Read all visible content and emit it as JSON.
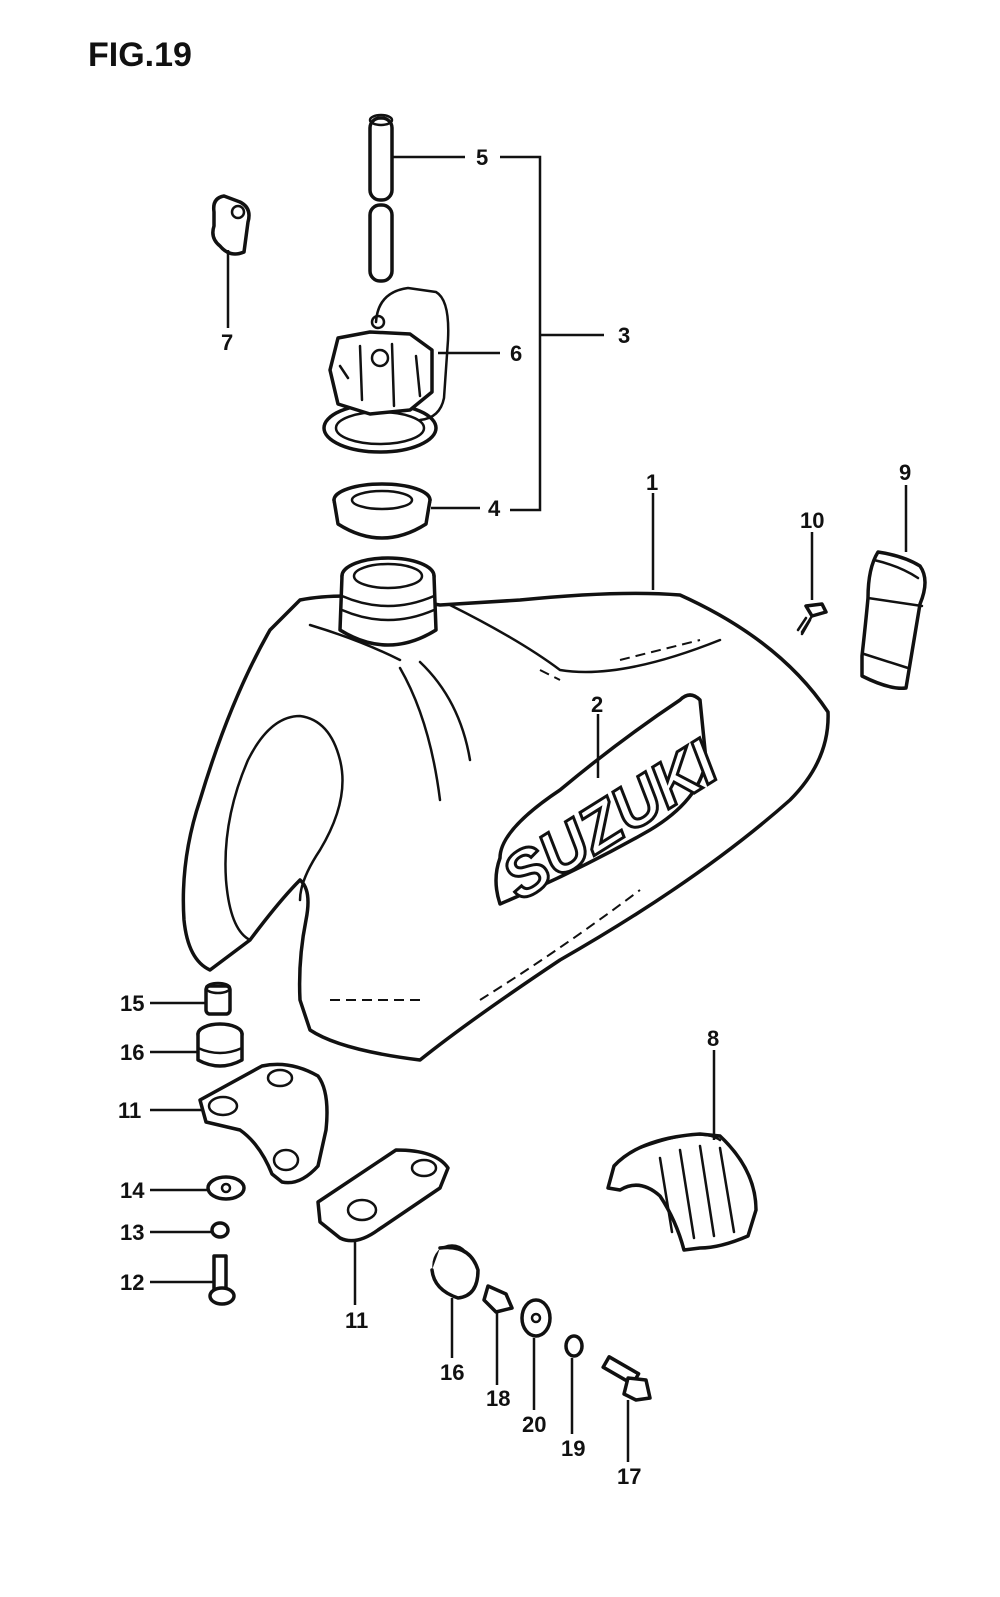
{
  "figure": {
    "title": "FIG.19",
    "logo_text": "SUZUKI",
    "callouts": {
      "c1": "1",
      "c2": "2",
      "c3": "3",
      "c4": "4",
      "c5": "5",
      "c6": "6",
      "c7": "7",
      "c8": "8",
      "c9": "9",
      "c10": "10",
      "c11a": "11",
      "c11b": "11",
      "c12": "12",
      "c13": "13",
      "c14": "14",
      "c15": "15",
      "c16a": "16",
      "c16b": "16",
      "c17": "17",
      "c18": "18",
      "c19": "19",
      "c20": "20"
    }
  }
}
